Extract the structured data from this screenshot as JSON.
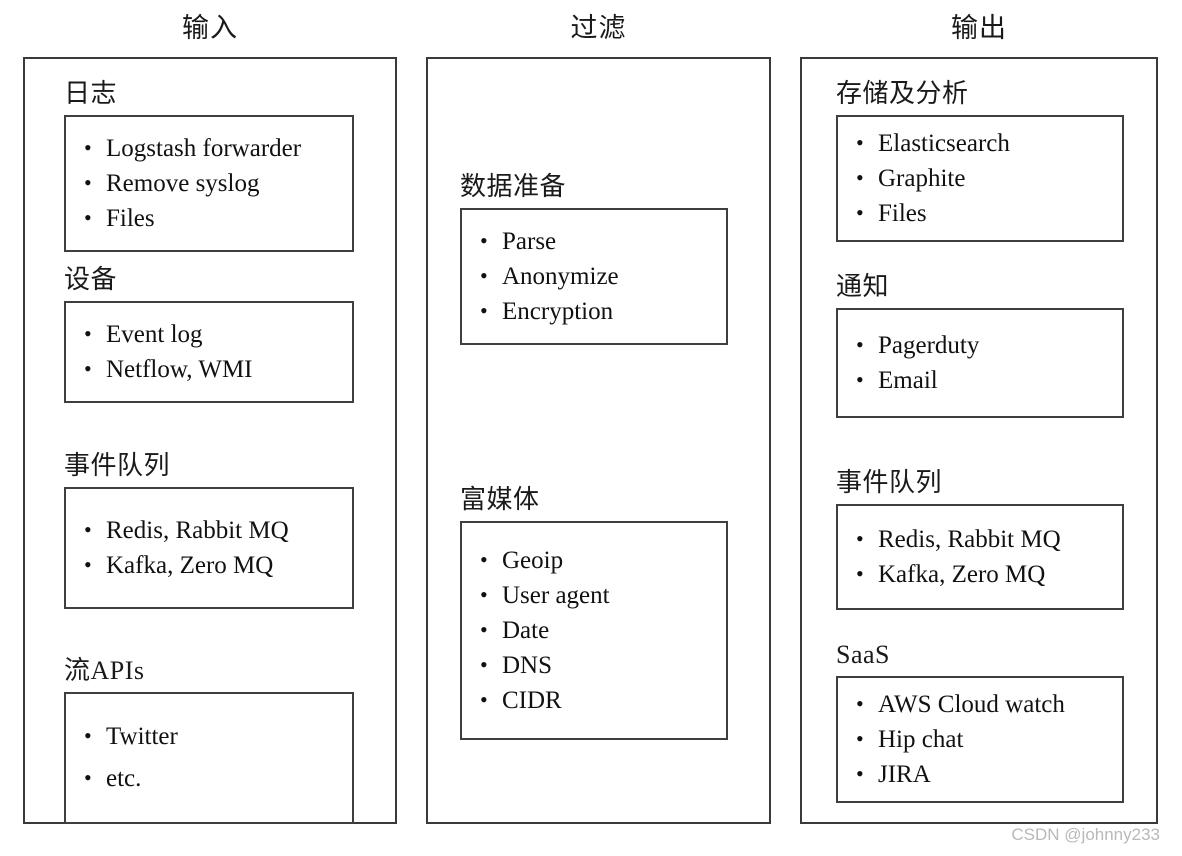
{
  "diagram": {
    "watermark": "CSDN @johnny233",
    "columns": [
      {
        "title": "输入",
        "sections": [
          {
            "heading": "日志",
            "items": [
              "Logstash forwarder",
              "Remove syslog",
              "Files"
            ]
          },
          {
            "heading": "设备",
            "items": [
              "Event log",
              "Netflow, WMI"
            ]
          },
          {
            "heading": "事件队列",
            "items": [
              "Redis, Rabbit MQ",
              "Kafka, Zero MQ"
            ]
          },
          {
            "heading": "流APIs",
            "items": [
              "Twitter",
              "etc."
            ]
          }
        ]
      },
      {
        "title": "过滤",
        "sections": [
          {
            "heading": "数据准备",
            "items": [
              "Parse",
              "Anonymize",
              "Encryption"
            ]
          },
          {
            "heading": "富媒体",
            "items": [
              "Geoip",
              "User agent",
              "Date",
              "DNS",
              "CIDR"
            ]
          }
        ]
      },
      {
        "title": "输出",
        "sections": [
          {
            "heading": "存储及分析",
            "items": [
              "Elasticsearch",
              "Graphite",
              "Files"
            ]
          },
          {
            "heading": "通知",
            "items": [
              "Pagerduty",
              "Email"
            ]
          },
          {
            "heading": "事件队列",
            "items": [
              "Redis, Rabbit MQ",
              "Kafka, Zero MQ"
            ]
          },
          {
            "heading": "SaaS",
            "items": [
              "AWS Cloud watch",
              "Hip chat",
              "JIRA"
            ]
          }
        ]
      }
    ]
  }
}
